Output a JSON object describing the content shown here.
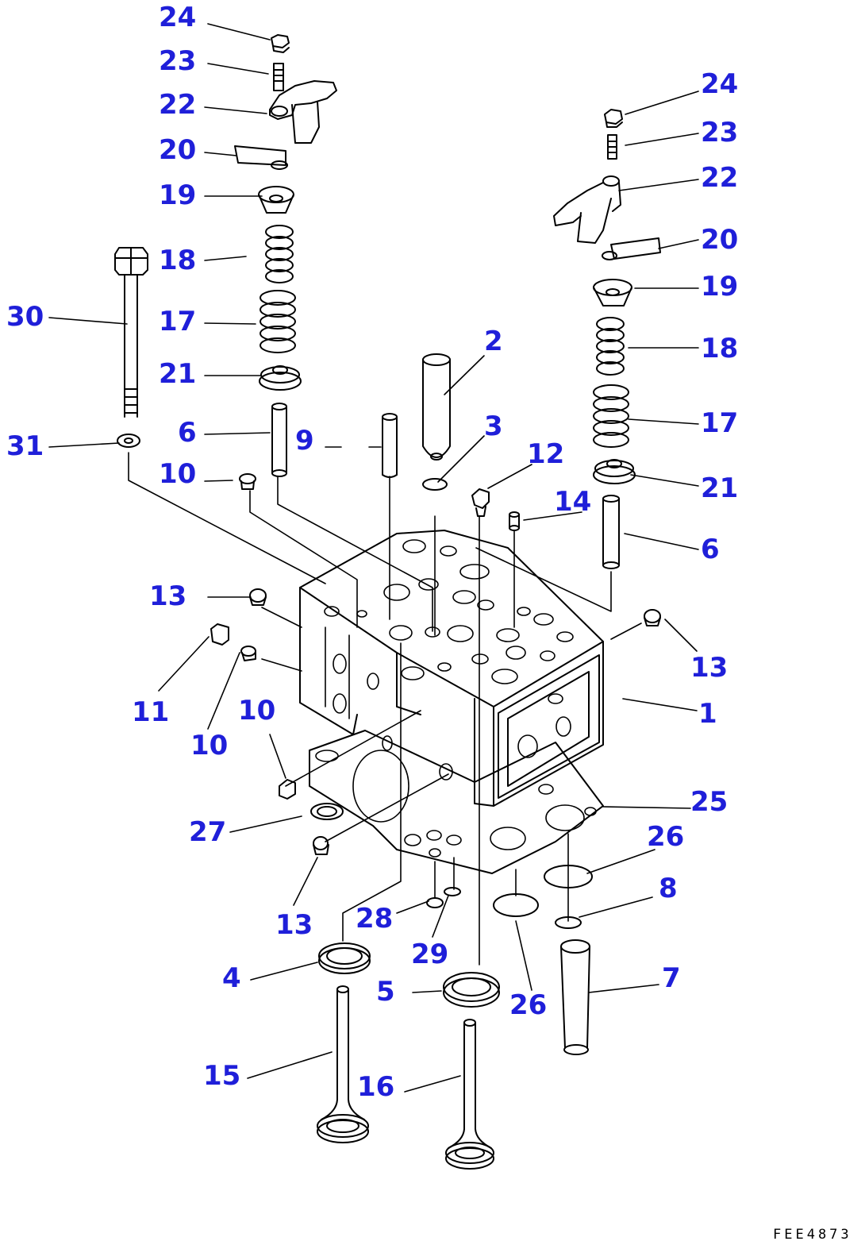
{
  "diagram": {
    "reference_code": "FEE4873",
    "label_color": "#1f1fd9",
    "line_color": "#000000",
    "background": "#ffffff"
  },
  "labels": {
    "l24a": "24",
    "l23a": "23",
    "l22a": "22",
    "l20a": "20",
    "l19a": "19",
    "l18a": "18",
    "l17a": "17",
    "l21a": "21",
    "l30": "30",
    "l31": "31",
    "l6a": "6",
    "l9": "9",
    "l10a": "10",
    "l2": "2",
    "l3": "3",
    "l12": "12",
    "l14": "14",
    "l24b": "24",
    "l23b": "23",
    "l22b": "22",
    "l20b": "20",
    "l19b": "19",
    "l18b": "18",
    "l17b": "17",
    "l21b": "21",
    "l6b": "6",
    "l13a": "13",
    "l13b": "13",
    "l11": "11",
    "l10b": "10",
    "l10c": "10",
    "l1": "1",
    "l25": "25",
    "l27": "27",
    "l26a": "26",
    "l8": "8",
    "l13c": "13",
    "l28": "28",
    "l29": "29",
    "l4": "4",
    "l5": "5",
    "l26b": "26",
    "l7": "7",
    "l15": "15",
    "l16": "16"
  }
}
